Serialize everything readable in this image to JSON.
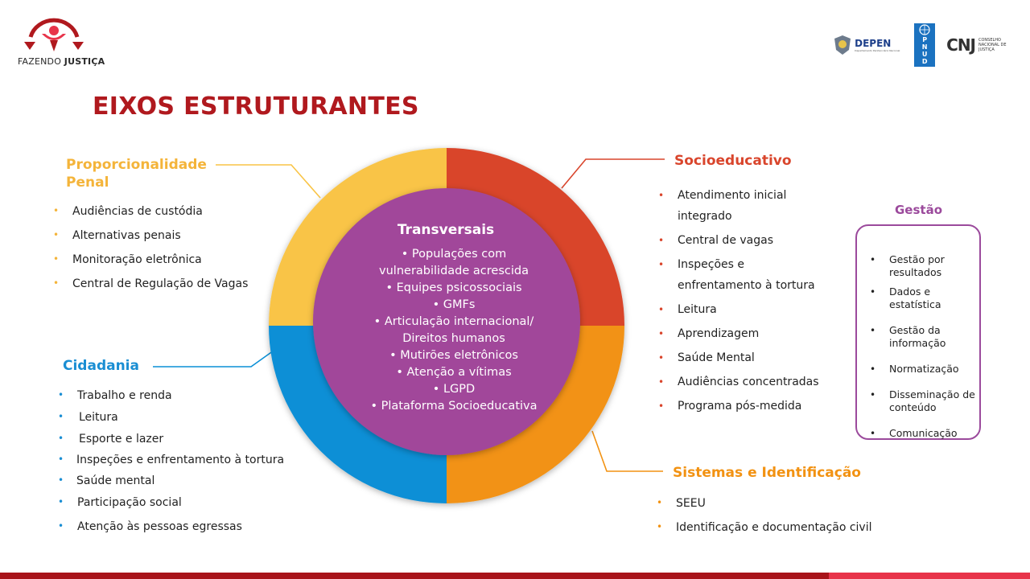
{
  "brand": {
    "logo_text_regular": "FAZENDO ",
    "logo_text_bold": "JUSTIÇA",
    "partners": {
      "depen": "DEPEN",
      "depen_sub": "Departamento Penitenciário Nacional",
      "pnud_letters": [
        "P",
        "N",
        "U",
        "D"
      ],
      "cnj_mark": "CNJ",
      "cnj_text": "CONSELHO NACIONAL DE JUSTIÇA"
    }
  },
  "title": "EIXOS ESTRUTURANTES",
  "center": {
    "title": "Transversais",
    "items": [
      "• Populações com",
      "vulnerabilidade acrescida",
      "• Equipes psicossociais",
      "• GMFs",
      "• Articulação internacional/",
      "Direitos humanos",
      "• Mutirões eletrônicos",
      "• Atenção a vítimas",
      "• LGPD",
      "• Plataforma Socioeducativa"
    ]
  },
  "proporcionalidade": {
    "title_line1": "Proporcionalidade",
    "title_line2": "Penal",
    "items": [
      "Audiências de custódia",
      "Alternativas penais",
      "Monitoração eletrônica",
      "Central de Regulação de Vagas"
    ]
  },
  "cidadania": {
    "title": "Cidadania",
    "items": [
      "Trabalho e renda",
      "Leitura",
      "Esporte e lazer",
      "Inspeções e enfrentamento à tortura",
      "Saúde mental",
      "Participação social",
      "Atenção às pessoas egressas"
    ]
  },
  "socioeducativo": {
    "title": "Socioeducativo",
    "items": [
      [
        "Atendimento inicial",
        "integrado"
      ],
      [
        "Central de vagas"
      ],
      [
        "Inspeções e",
        "enfrentamento à tortura"
      ],
      [
        "Leitura"
      ],
      [
        "Aprendizagem"
      ],
      [
        "Saúde Mental"
      ],
      [
        "Audiências concentradas"
      ],
      [
        "Programa pós-medida"
      ]
    ]
  },
  "sistemas": {
    "title": "Sistemas e Identificação",
    "items": [
      "SEEU",
      "Identificação e documentação civil"
    ]
  },
  "gestao": {
    "title": "Gestão",
    "items": [
      "Gestão por resultados",
      "Dados e estatística",
      "Gestão da informação",
      "Normatização",
      "Disseminação de conteúdo",
      "Comunicação"
    ]
  },
  "colors": {
    "title_red": "#b0191e",
    "yellow": "#f9c446",
    "red_orange": "#d9452c",
    "orange": "#f29212",
    "blue": "#0a8fd6",
    "purple": "#a1479a",
    "gestao_purple": "#9b4a9c",
    "footer_dark": "#a8141a",
    "footer_light": "#e8344a"
  }
}
